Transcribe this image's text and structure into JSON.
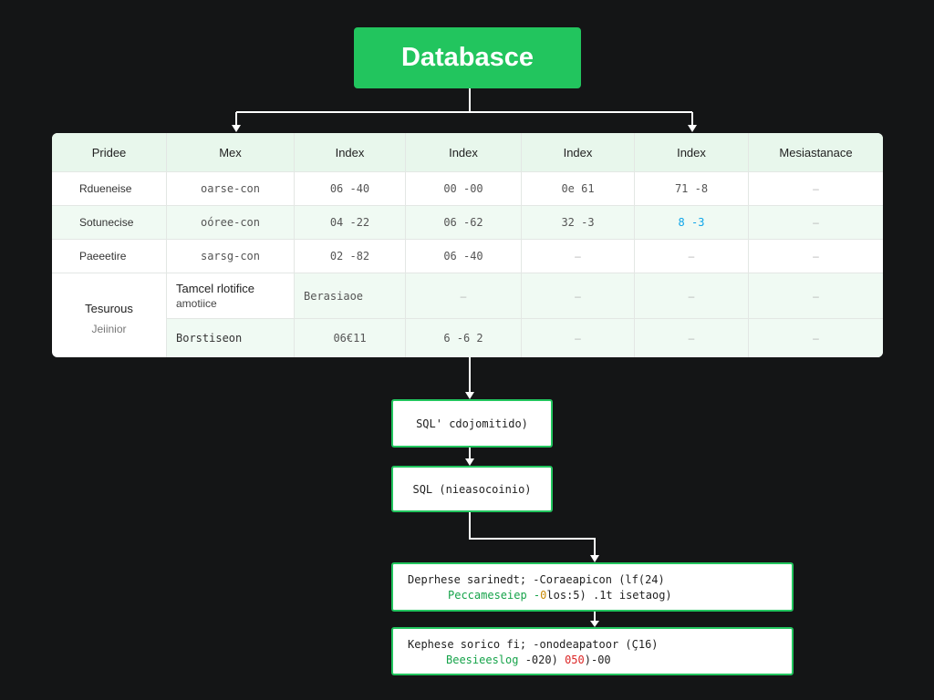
{
  "title": "Databasce",
  "table": {
    "headers": [
      "Pridee",
      "Mex",
      "Index",
      "Index",
      "Index",
      "Index",
      "Mesiastanace"
    ],
    "rows": [
      {
        "label": "Rdueneise",
        "cells": [
          "oarse-con",
          "06 -40",
          "00 -00",
          "0e 61",
          "71 -8",
          "–"
        ]
      },
      {
        "label": "Sotunecise",
        "cells": [
          "oóree-con",
          "04 -22",
          "06 -62",
          "32 -3",
          "8 -3",
          "–"
        ]
      },
      {
        "label": "Paeeetire",
        "cells": [
          "sarsg-con",
          "02 -82",
          "06 -40",
          "–",
          "–",
          "–"
        ]
      }
    ],
    "group": {
      "label_1": "Tesurous",
      "label_2": "Jeiinior",
      "sub1_title": "Tamcel rlotifice",
      "sub1_sub": "amotiice",
      "sub1_value": "Berasiaoe",
      "sub1_cells": [
        "–",
        "–",
        "–",
        "–"
      ],
      "sub2_title": "Borstiseon",
      "sub2_cells": [
        "06€11",
        "6 -6 2",
        "–",
        "–",
        "–"
      ]
    }
  },
  "flow": {
    "box1": "SQL' cdojomitido)",
    "box2": "SQL (nieasocoinio)",
    "code1": {
      "line1": "Deprhese sarinedt; -Coraeapicon (lf(24)",
      "line2_a": "Peccameseiep -",
      "line2_b": "0",
      "line2_c": "los:5) .1t isetaog)"
    },
    "code2": {
      "line1": "Kephese sorico fi; -onodeapatoor (Ç16)",
      "line2_a": "Beesieeslog",
      "line2_b": " -020) ",
      "line2_c": "050",
      "line2_d": ")-00"
    }
  },
  "colors": {
    "accent": "#22c55e",
    "background": "#141516",
    "highlight_blue": "#0ea5e9",
    "highlight_red": "#dc2626"
  }
}
